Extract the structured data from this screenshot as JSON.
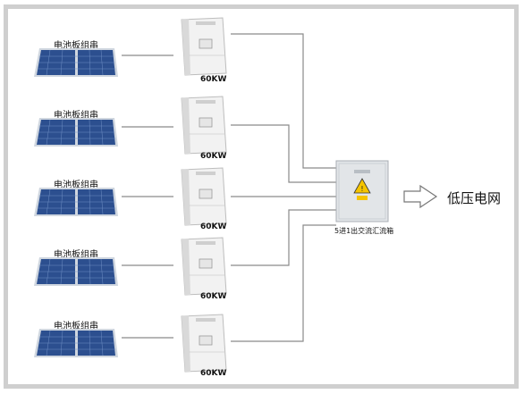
{
  "strings": [
    {
      "label": "电池板组串"
    },
    {
      "label": "电池板组串"
    },
    {
      "label": "电池板组串"
    },
    {
      "label": "电池板组串"
    },
    {
      "label": "电池板组串"
    }
  ],
  "inverters": [
    {
      "label": "60KW"
    },
    {
      "label": "60KW"
    },
    {
      "label": "60KW"
    },
    {
      "label": "60KW"
    },
    {
      "label": "60KW"
    }
  ],
  "combiner": {
    "label": "5进1出交流汇流箱"
  },
  "output": {
    "label": "低压电网"
  },
  "colors": {
    "frame": "#cfcfcf",
    "wire": "#8a8a8a",
    "panel_cell": "#2c4f8f",
    "panel_frame": "#cfd6df",
    "inverter_body": "#f2f2f2",
    "box_body": "#e2e5e8",
    "warning": "#f5c400"
  }
}
